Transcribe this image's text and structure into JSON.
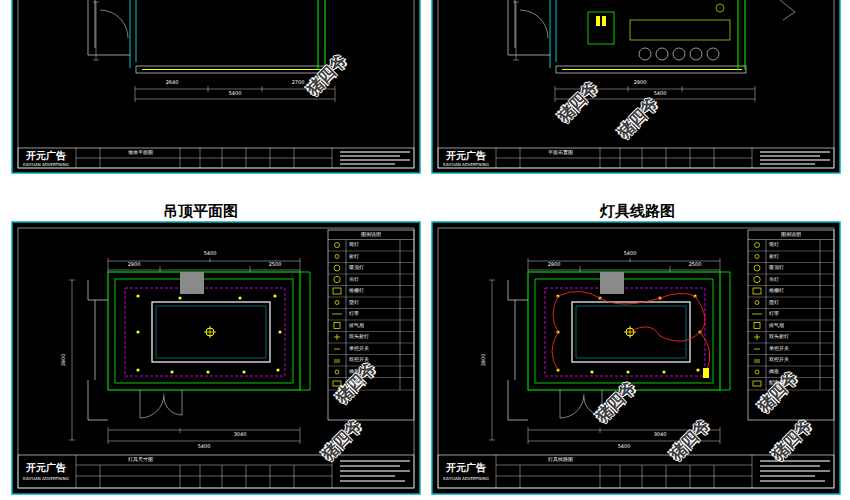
{
  "diagram": {
    "labels": [
      "吊顶平面图",
      "灯具线路图",
      "2640",
      "5400",
      "2700",
      "墙体平面图",
      "开元广告",
      "KAIYUAN ADVERTISING",
      "2900",
      "5400",
      "平面布置图",
      "开元广告",
      "KAIYUAN ADVERTISING",
      "5400",
      "2900",
      "2500",
      "3040",
      "5400",
      "3900",
      "图例说明",
      "灯具尺寸图",
      "开元广告",
      "KAIYUAN ADVERTISING",
      "5400",
      "2900",
      "2500",
      "3040",
      "5400",
      "3900",
      "图例说明",
      "灯具线路图",
      "开元广告",
      "KAIYUAN ADVERTISING",
      "猪四爷",
      "猪四爷",
      "猪四爷",
      "猪四爷",
      "猪四爷",
      "猪四爷",
      "猪四爷",
      "猪四爷",
      "猪四爷"
    ],
    "legend": [
      {
        "text": "筒灯"
      },
      {
        "text": "射灯"
      },
      {
        "text": "吸顶灯"
      },
      {
        "text": "吊灯"
      },
      {
        "text": "格栅灯"
      },
      {
        "text": "壁灯"
      },
      {
        "text": "灯带"
      },
      {
        "text": "排气扇"
      },
      {
        "text": "双头射灯"
      },
      {
        "text": "单控开关"
      },
      {
        "text": "双控开关"
      },
      {
        "text": "插座"
      },
      {
        "text": "配电箱"
      },
      {
        "text": "筒灯"
      },
      {
        "text": "射灯"
      },
      {
        "text": "吸顶灯"
      },
      {
        "text": "吊灯"
      },
      {
        "text": "格栅灯"
      },
      {
        "text": "壁灯"
      },
      {
        "text": "灯带"
      },
      {
        "text": "排气扇"
      },
      {
        "text": "双头射灯"
      },
      {
        "text": "单控开关"
      },
      {
        "text": "双控开关"
      },
      {
        "text": "插座"
      },
      {
        "text": "配电箱"
      }
    ]
  }
}
